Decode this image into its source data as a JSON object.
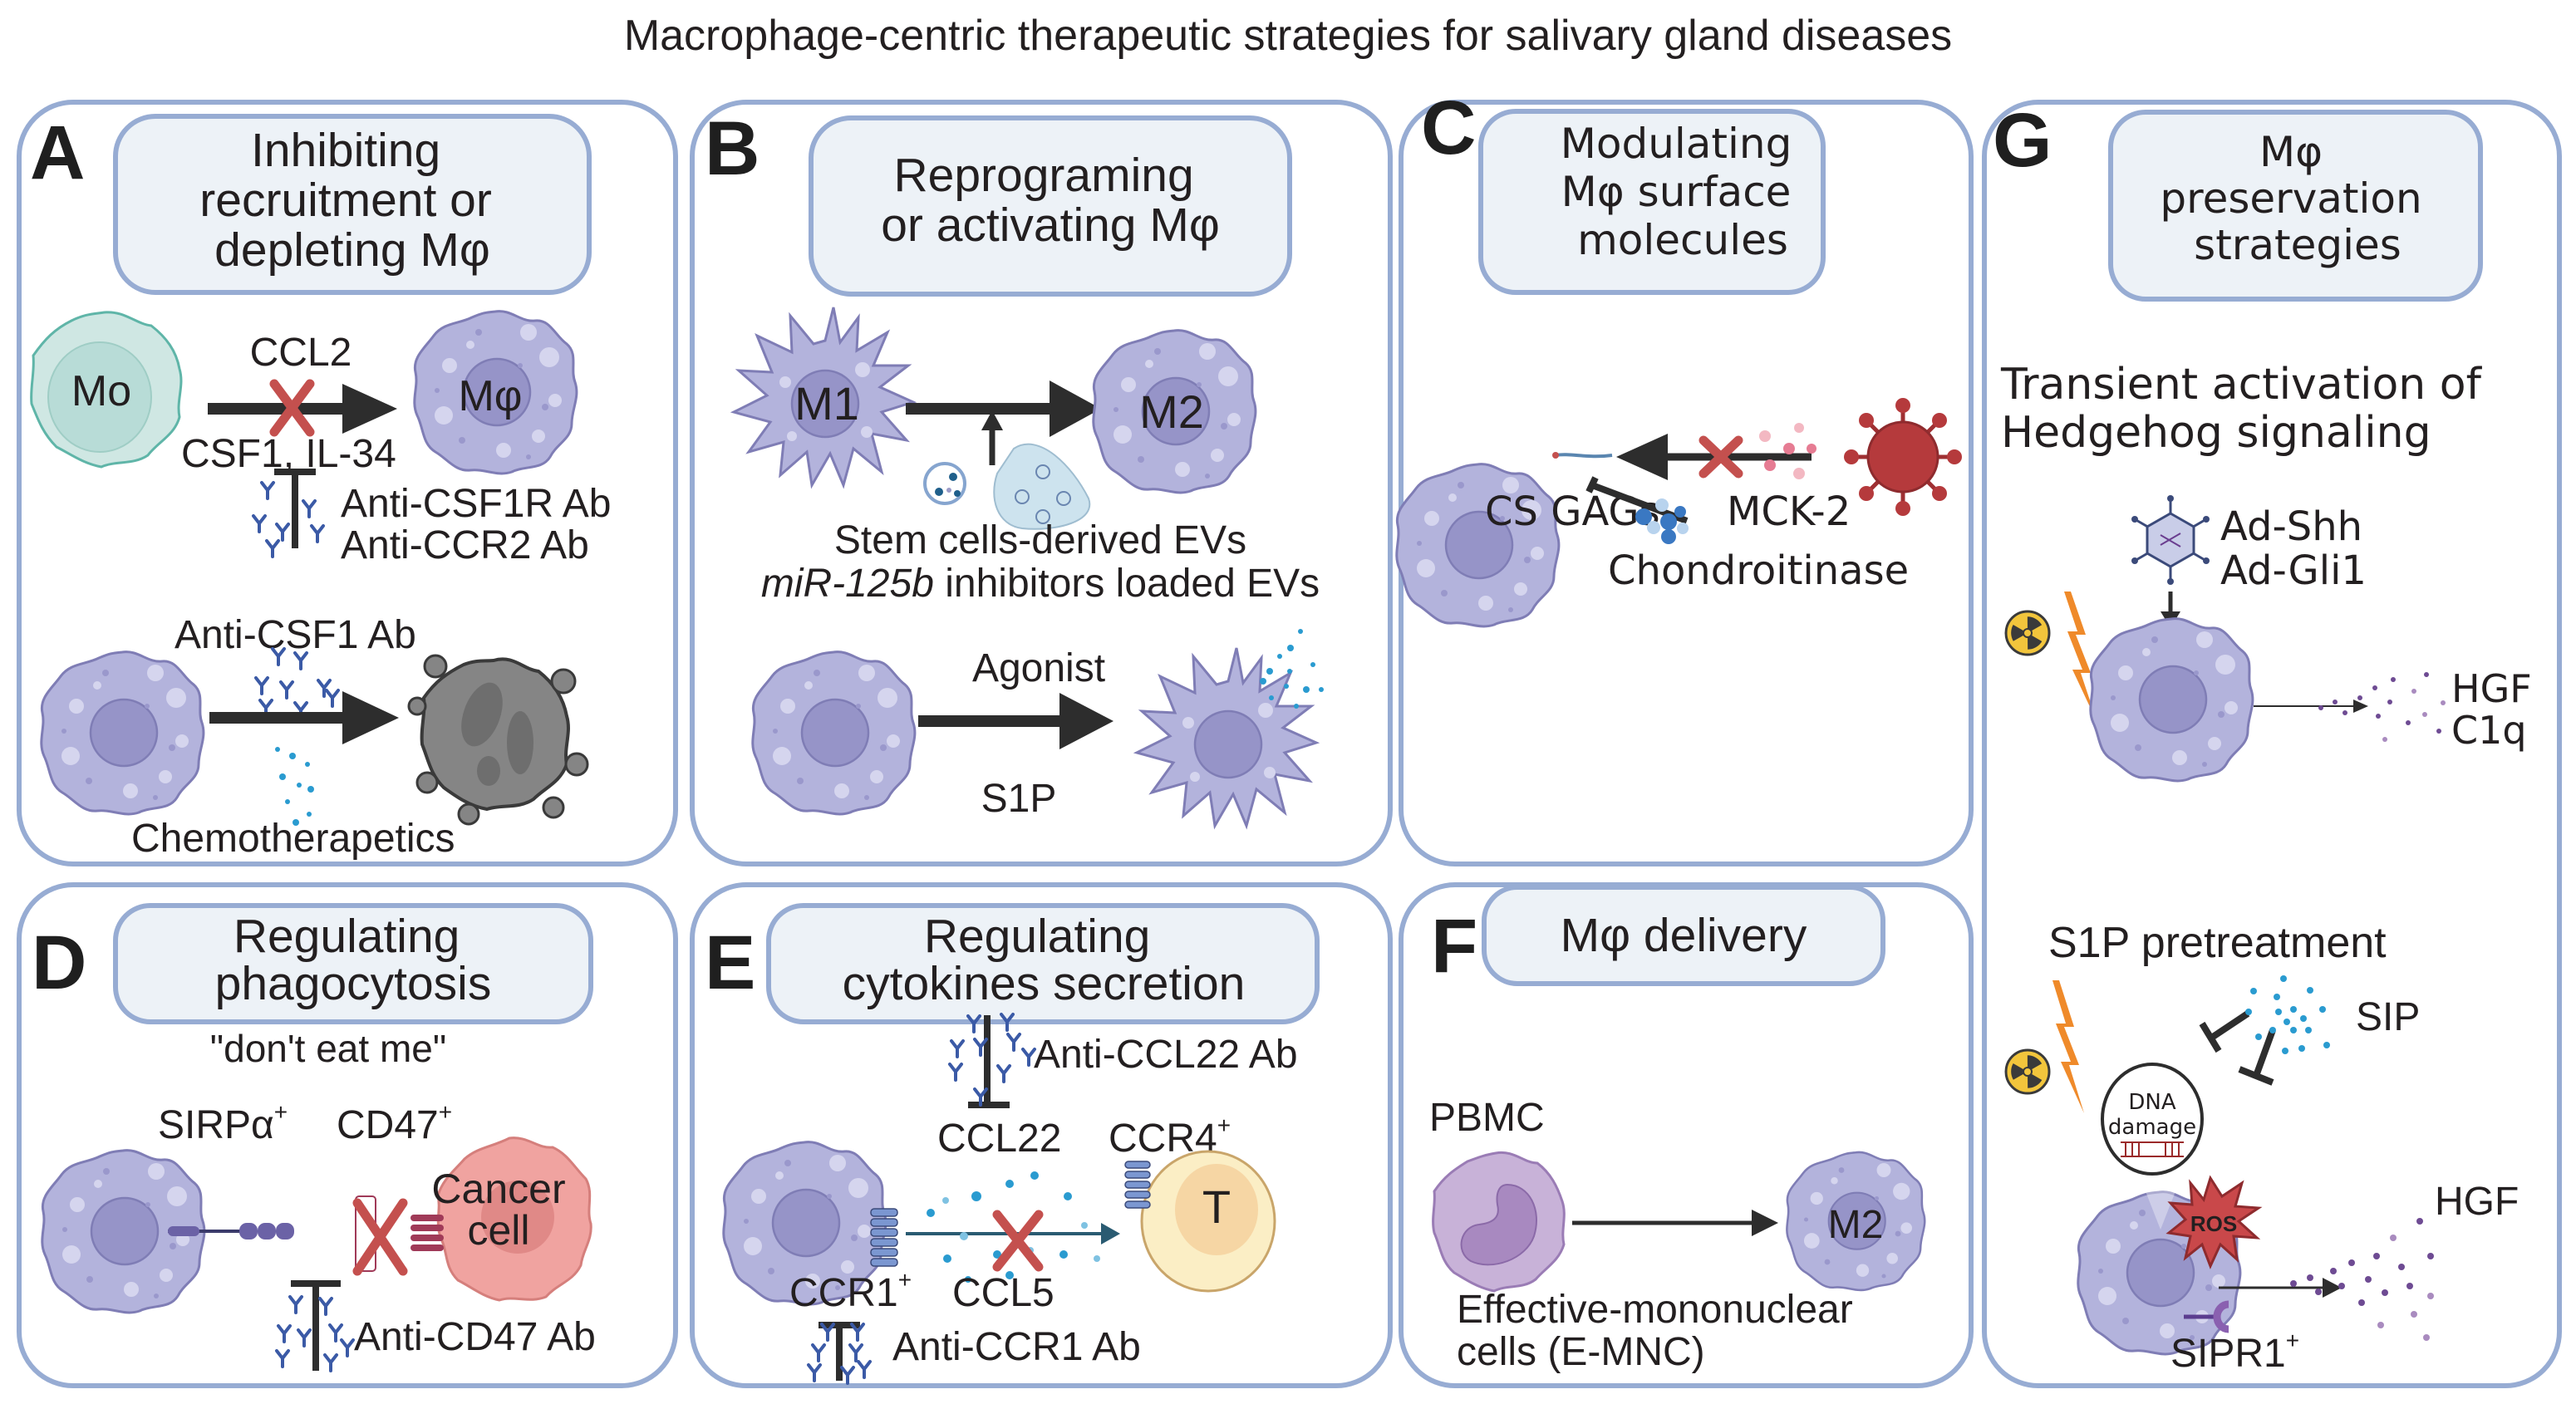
{
  "title": "Macrophage-centric therapeutic strategies for salivary gland diseases",
  "colors": {
    "panel_border": "#97acd3",
    "title_box_fill": "#edf2f7",
    "macrophage_body": "#b3b3dc",
    "macrophage_nucleus": "#9694c8",
    "monocyte_body": "#cfe7e3",
    "monocyte_text": "#1f8f82",
    "label_purple": "#8e55a6",
    "inhibition_x": "#c4504e",
    "virus_red": "#b53a3c",
    "cancer_cell": "#f0a3a0",
    "tcell_fill": "#fbeec5",
    "tcell_text": "#e8822e",
    "lightning_orange": "#ef8a2a",
    "radiation_yellow": "#f2c53c",
    "chemokine_blue": "#2a9bd0",
    "hgf_purple": "#6e4b93"
  },
  "panels": {
    "A": {
      "letter": "A",
      "heading": [
        "Inhibiting",
        "recruitment or",
        "depleting Mφ"
      ],
      "monocyte_label": "Mo",
      "macrophage_label": "Mφ",
      "ccl2": "CCL2",
      "csf1_il34": "CSF1, IL-34",
      "anti_csf1r": "Anti-CSF1R Ab",
      "anti_ccr2": "Anti-CCR2 Ab",
      "anti_csf1": "Anti-CSF1 Ab",
      "chemo": "Chemotherapetics"
    },
    "B": {
      "letter": "B",
      "heading": [
        "Reprograming",
        "or activating Mφ"
      ],
      "m1": "M1",
      "m2": "M2",
      "ev_line1": "Stem cells-derived EVs",
      "ev_line2_italic": "miR-125b",
      "ev_line2_rest": " inhibitors loaded EVs",
      "agonist": "Agonist",
      "s1p": "S1P"
    },
    "C": {
      "letter": "C",
      "heading": [
        "Modulating",
        "Mφ surface",
        "molecules"
      ],
      "cs_gags": "CS GAGs",
      "mck2": "MCK-2",
      "chondroitinase": "Chondroitinase"
    },
    "D": {
      "letter": "D",
      "heading": [
        "Regulating",
        "phagocytosis"
      ],
      "dont_eat": "\"don't eat me\"",
      "sirpa": "SIRPα",
      "cd47": "CD47",
      "plus": "+",
      "cancer_l1": "Cancer",
      "cancer_l2": "cell",
      "anti_cd47": "Anti-CD47  Ab"
    },
    "E": {
      "letter": "E",
      "heading": [
        "Regulating",
        "cytokines secretion"
      ],
      "anti_ccl22": "Anti-CCL22  Ab",
      "ccl22": "CCL22",
      "ccr4": "CCR4",
      "ccr1": "CCR1",
      "ccl5": "CCL5",
      "plus": "+",
      "t_label": "T",
      "anti_ccr1": "Anti-CCR1  Ab"
    },
    "F": {
      "letter": "F",
      "heading": [
        "Mφ delivery"
      ],
      "pbmc": "PBMC",
      "m2": "M2",
      "emnc_l1": "Effective-mononuclear",
      "emnc_l2": "cells (E-MNC)"
    },
    "G": {
      "letter": "G",
      "heading": [
        "Mφ",
        "preservation",
        "strategies"
      ],
      "hh_l1": "Transient activation of",
      "hh_l2": "Hedgehog signaling",
      "ad_shh": "Ad-Shh",
      "ad_gli1": "Ad-Gli1",
      "hgf": "HGF",
      "c1q": "C1q",
      "s1p_pre": "S1P pretreatment",
      "sip": "SIP",
      "dna_l1": "DNA",
      "dna_l2": "damage",
      "ros": "ROS",
      "hgf2": "HGF",
      "sipr1": "SIPR1",
      "plus": "+"
    }
  }
}
